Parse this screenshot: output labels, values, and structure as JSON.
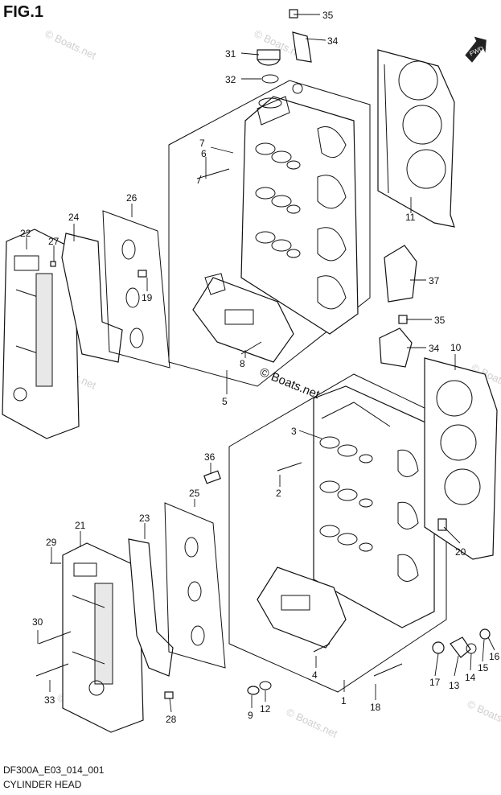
{
  "figure": {
    "title": "FIG.1",
    "code": "DF300A_E03_014_001",
    "caption": "CYLINDER HEAD"
  },
  "watermarks": {
    "repeat": "© Boats.net",
    "center": "© Boats.net"
  },
  "fwd_label": "FWD",
  "callouts": [
    "35",
    "34",
    "31",
    "32",
    "7",
    "6",
    "26",
    "24",
    "22",
    "27",
    "19",
    "11",
    "37",
    "35",
    "34",
    "10",
    "8",
    "5",
    "3",
    "36",
    "25",
    "2",
    "23",
    "21",
    "29",
    "20",
    "30",
    "4",
    "17",
    "13",
    "14",
    "15",
    "16",
    "33",
    "9",
    "12",
    "1",
    "18",
    "28"
  ]
}
